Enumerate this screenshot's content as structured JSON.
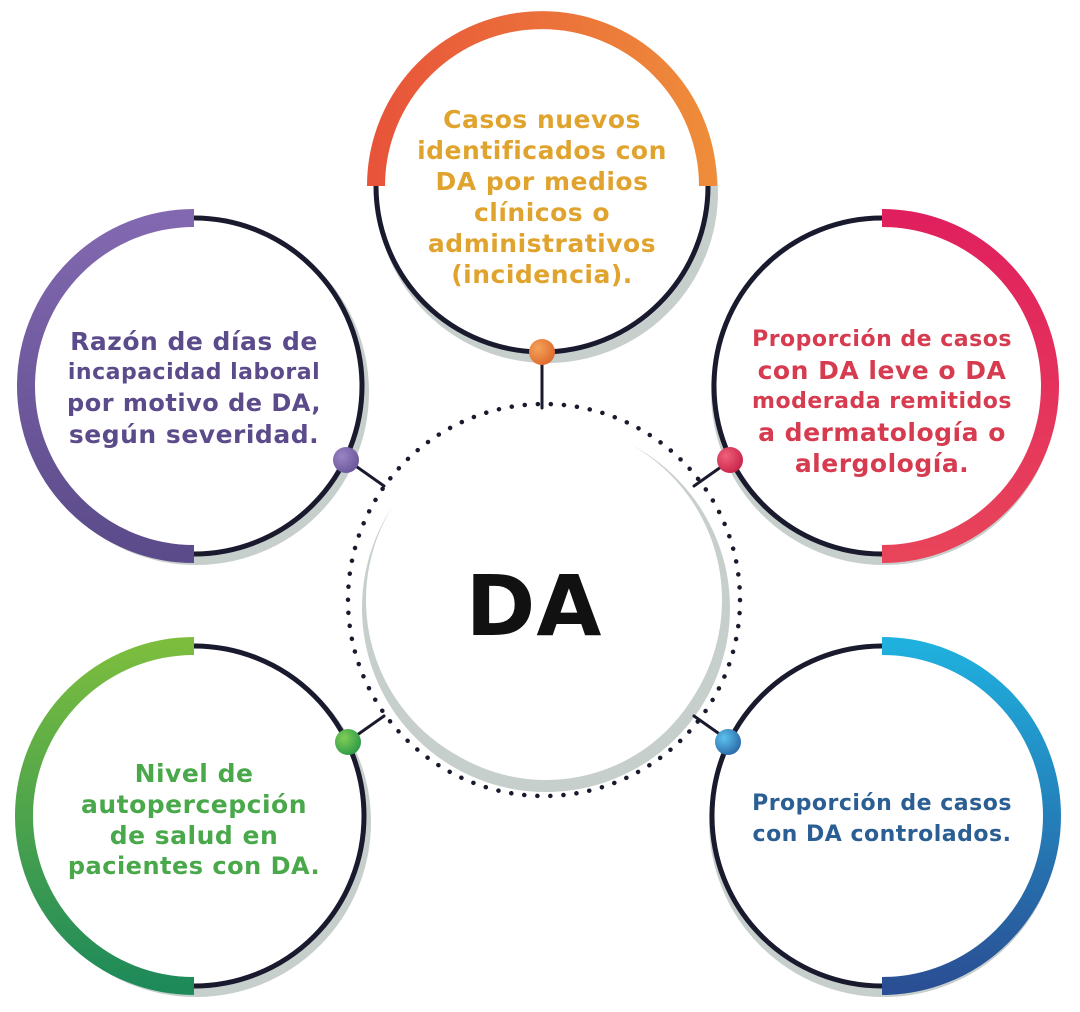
{
  "center": {
    "label": "DA"
  },
  "nodes": {
    "top": {
      "lines": [
        "Casos nuevos",
        "identificados con",
        "DA por medios",
        "clínicos o",
        "administrativos",
        "(incidencia)."
      ],
      "text_color": "#e0a32e",
      "accent_start": "#e8543a",
      "accent_end": "#ee8c3a"
    },
    "left": {
      "lines": [
        "Razón de días de",
        "incapacidad laboral",
        "por motivo de DA,",
        "según severidad."
      ],
      "text_color": "#5b4b8a",
      "accent_start": "#5b4b8a",
      "accent_end": "#8268b0"
    },
    "right": {
      "lines": [
        "Proporción de casos",
        "con DA leve o DA",
        "moderada remitidos",
        "a dermatología o",
        "alergología."
      ],
      "text_color": "#d63b4f",
      "accent_start": "#e0205e",
      "accent_end": "#e8445a"
    },
    "bottom_left": {
      "lines": [
        "Nivel de",
        "autopercepción",
        "de salud en",
        "pacientes con DA."
      ],
      "text_color": "#48a84a",
      "accent_start": "#7cbd3e",
      "accent_end": "#1e8a5a"
    },
    "bottom_right": {
      "lines": [
        "Proporción de casos",
        "con DA controlados."
      ],
      "text_color": "#2b5f93",
      "accent_start": "#1fb0de",
      "accent_end": "#2a4f94"
    }
  }
}
